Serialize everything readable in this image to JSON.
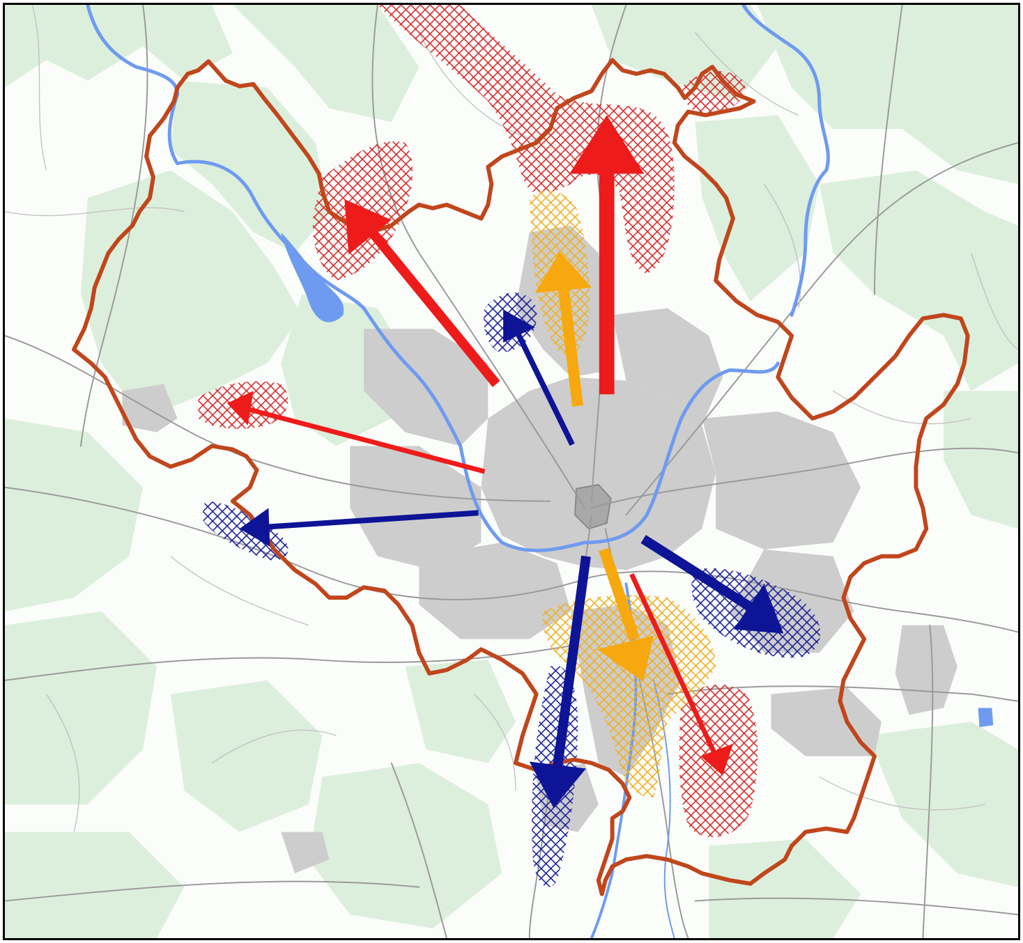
{
  "map": {
    "colors": {
      "background": "#fbfdfb",
      "forest": "#dcefdc",
      "urban": "#c8c8c8",
      "urban_dark": "#b4b4b4",
      "water": "#6e9bf0",
      "road": "#9a9a9a",
      "road_minor": "#bdbdbd",
      "boundary": "#c0461c",
      "growth_red": "#ee1b1b",
      "growth_orange": "#f6a80e",
      "growth_blue": "#0d1496"
    },
    "icons": {
      "boundary": "city-boundary-outline",
      "hatch": "development-area-hatch",
      "arrow": "development-direction-arrow"
    }
  }
}
